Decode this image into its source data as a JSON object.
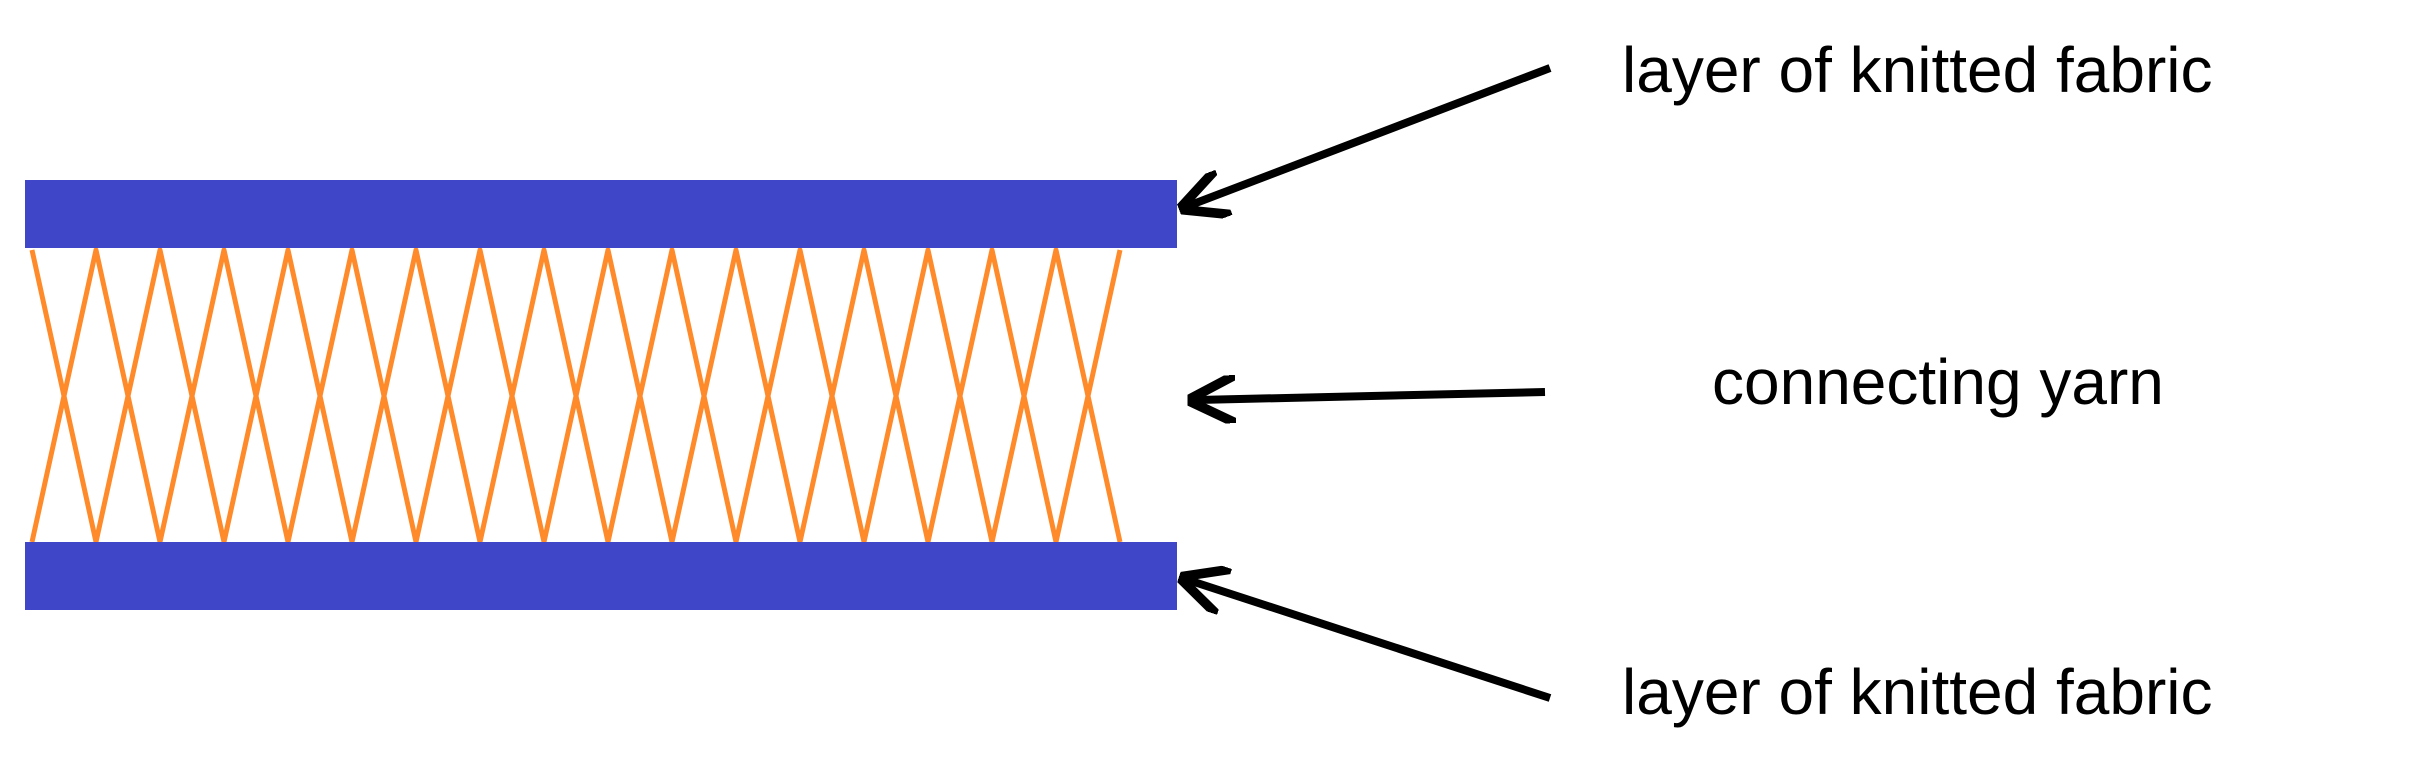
{
  "labels": {
    "top": "layer of knitted fabric",
    "middle": "connecting yarn",
    "bottom": "layer of knitted fabric"
  },
  "colors": {
    "fabric": "#3f47c8",
    "yarn": "#ff8a2a",
    "arrow": "#000000",
    "background": "#ffffff"
  }
}
